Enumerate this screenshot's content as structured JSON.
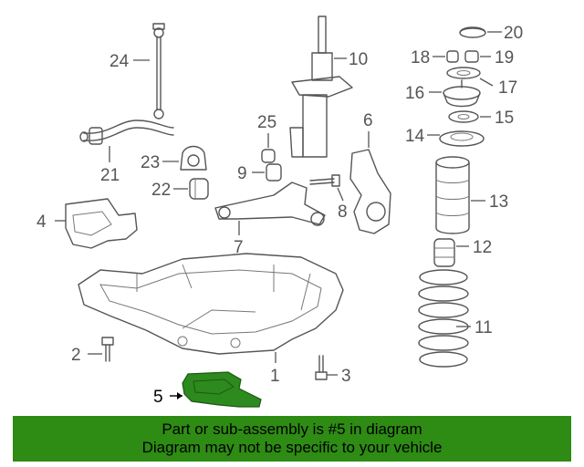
{
  "diagram": {
    "highlighted_part": "5",
    "callouts": [
      {
        "id": "c1",
        "label": "1"
      },
      {
        "id": "c2",
        "label": "2"
      },
      {
        "id": "c3",
        "label": "3"
      },
      {
        "id": "c4",
        "label": "4"
      },
      {
        "id": "c5",
        "label": "5"
      },
      {
        "id": "c6",
        "label": "6"
      },
      {
        "id": "c7",
        "label": "7"
      },
      {
        "id": "c8",
        "label": "8"
      },
      {
        "id": "c9",
        "label": "9"
      },
      {
        "id": "c10",
        "label": "10"
      },
      {
        "id": "c11",
        "label": "11"
      },
      {
        "id": "c12",
        "label": "12"
      },
      {
        "id": "c13",
        "label": "13"
      },
      {
        "id": "c14",
        "label": "14"
      },
      {
        "id": "c15",
        "label": "15"
      },
      {
        "id": "c16",
        "label": "16"
      },
      {
        "id": "c17",
        "label": "17"
      },
      {
        "id": "c18",
        "label": "18"
      },
      {
        "id": "c19",
        "label": "19"
      },
      {
        "id": "c20",
        "label": "20"
      },
      {
        "id": "c21",
        "label": "21"
      },
      {
        "id": "c22",
        "label": "22"
      },
      {
        "id": "c23",
        "label": "23"
      },
      {
        "id": "c24",
        "label": "24"
      },
      {
        "id": "c25",
        "label": "25"
      }
    ]
  },
  "banner": {
    "line1": "Part or sub-assembly is #5 in diagram",
    "line2": "Diagram may not be specific to your vehicle",
    "color": "#2e8b14"
  },
  "colors": {
    "highlight": "#2d8a1e",
    "line_art": "#555555"
  }
}
